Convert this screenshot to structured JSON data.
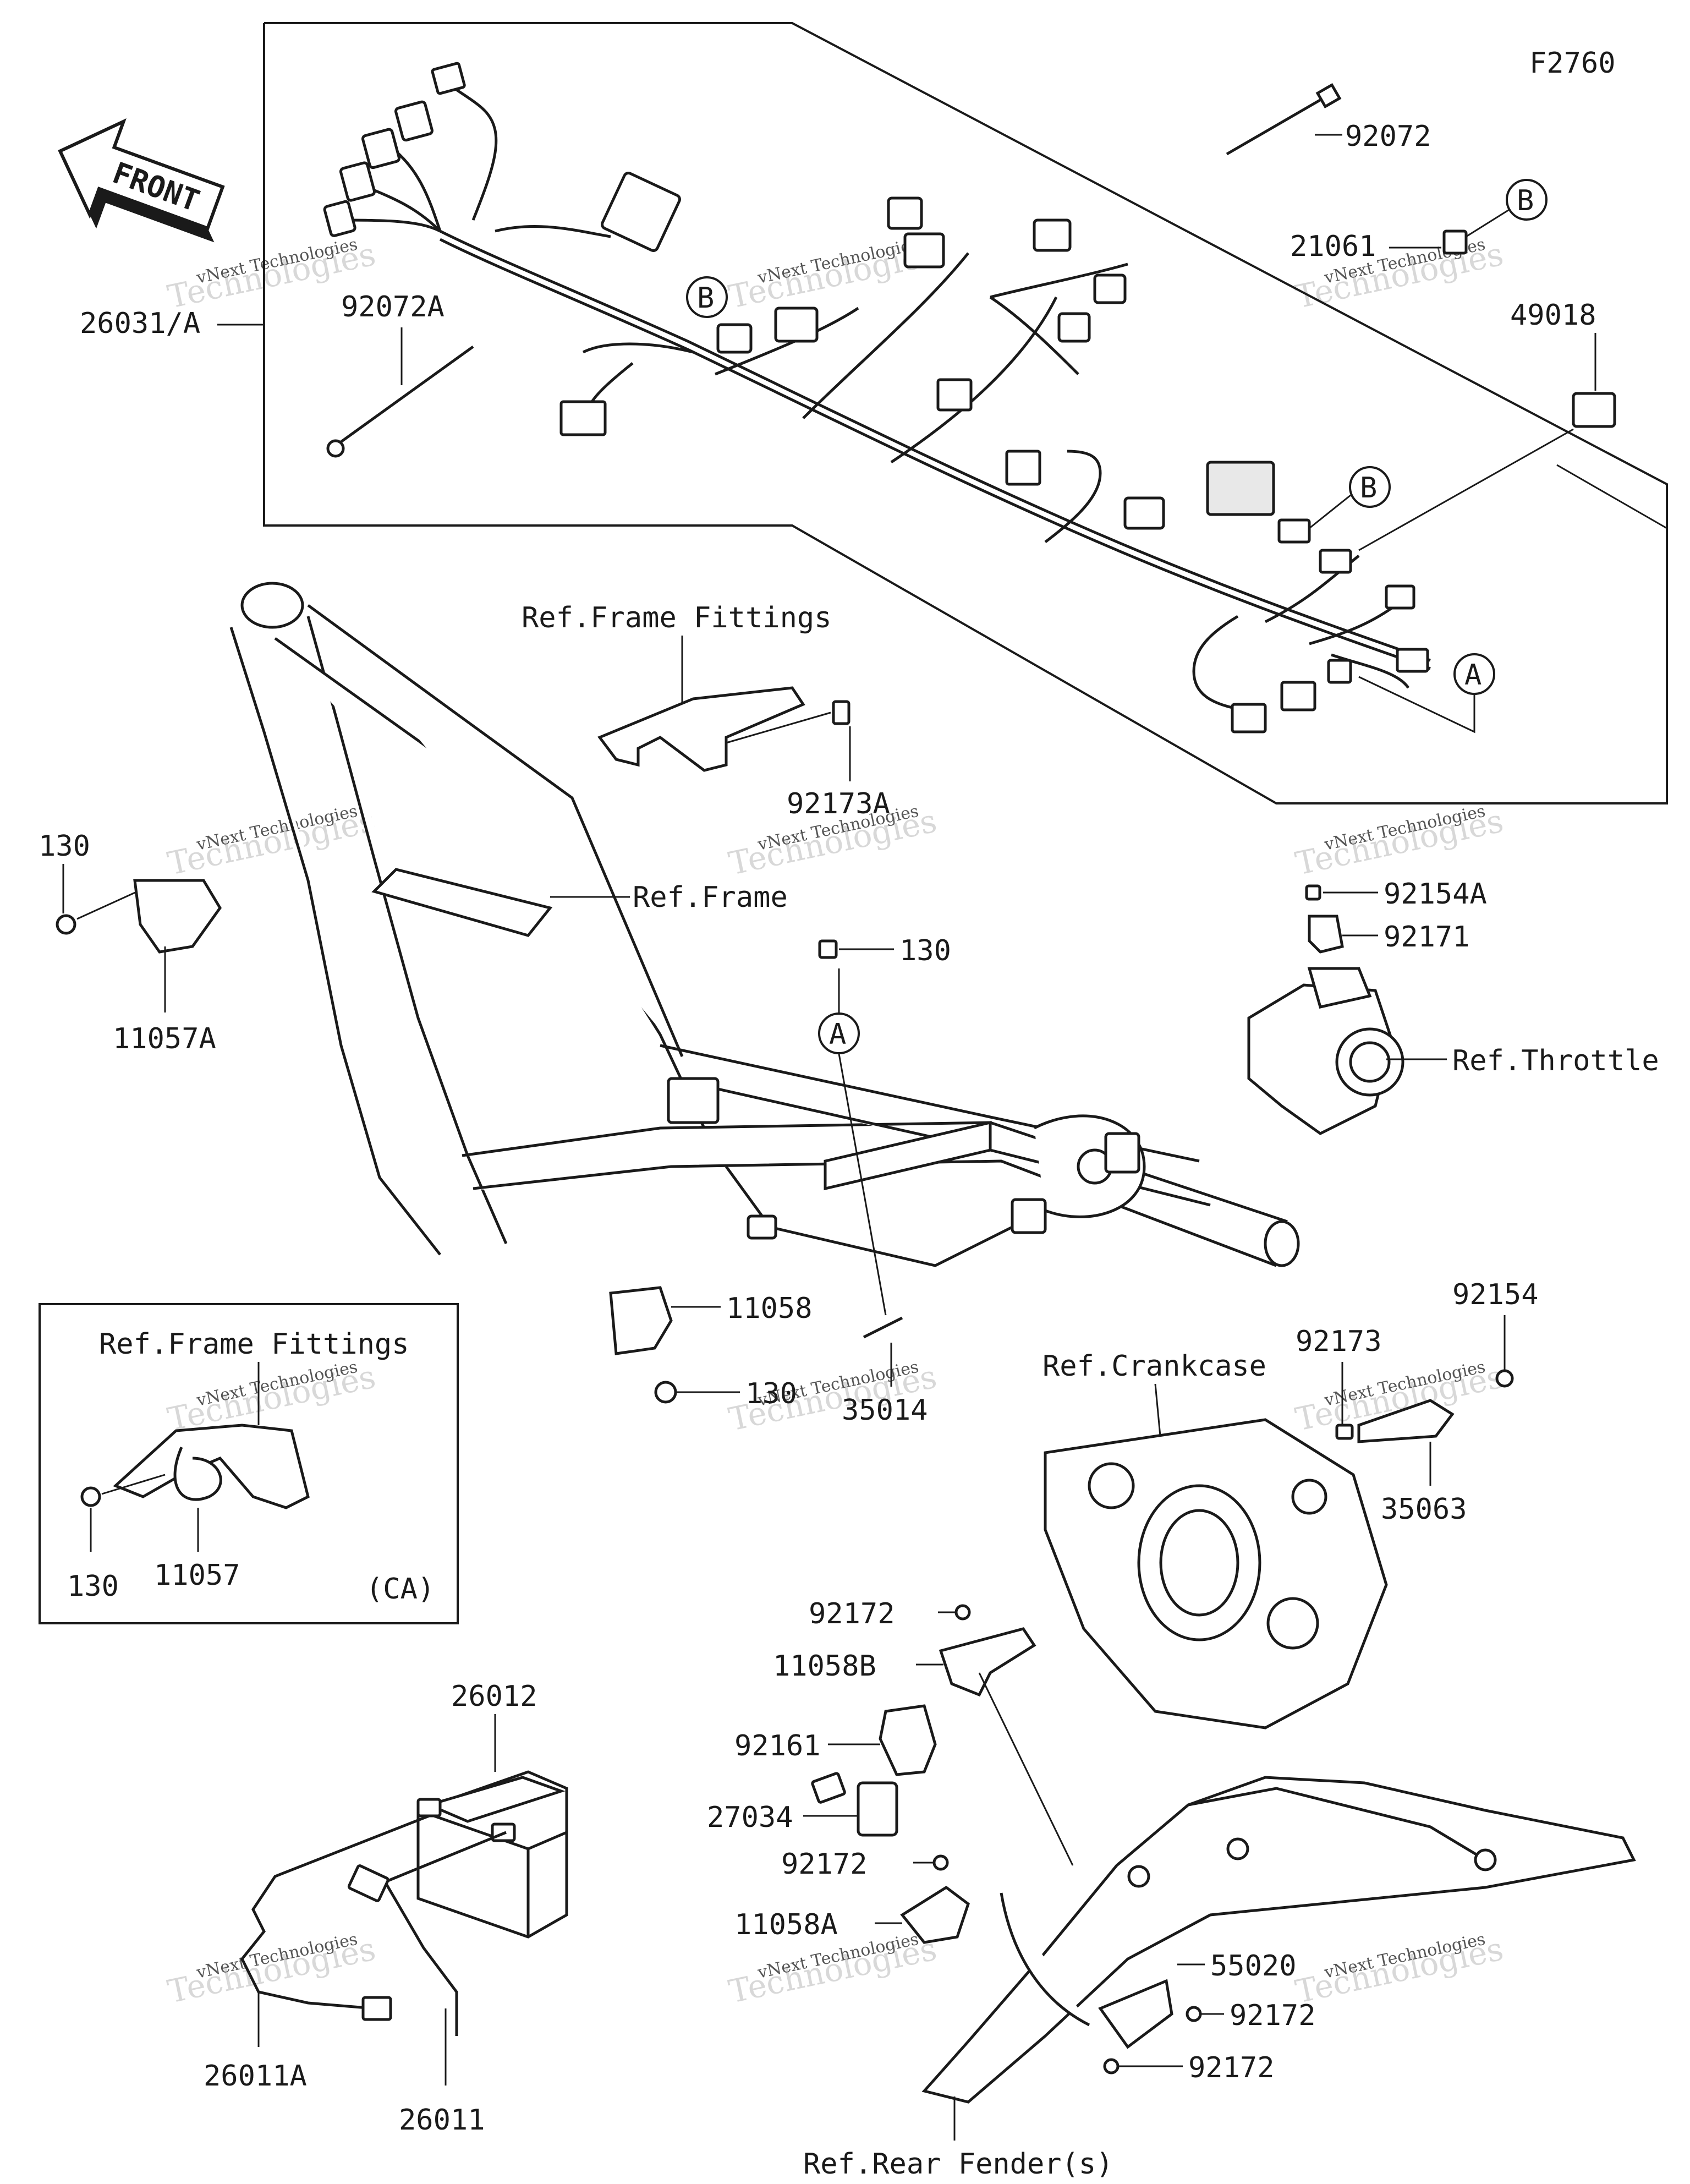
{
  "figure_code": "F2760",
  "front_arrow": "FRONT",
  "refs": {
    "frame_fittings_top": "Ref.Frame Fittings",
    "frame": "Ref.Frame",
    "throttle": "Ref.Throttle",
    "crankcase": "Ref.Crankcase",
    "frame_fittings_inset": "Ref.Frame Fittings",
    "rear_fender": "Ref.Rear Fender(s)"
  },
  "inset_tag": "(CA)",
  "callouts": {
    "a": "A",
    "b": "B"
  },
  "parts": {
    "p92072": "92072",
    "p21061": "21061",
    "p49018": "49018",
    "p26031A": "26031/A",
    "p92072A": "92072A",
    "p92173A": "92173A",
    "p130_left": "130",
    "p11057A": "11057A",
    "p92154A": "92154A",
    "p92171": "92171",
    "p130_mid": "130",
    "p11058": "11058",
    "p130_lower": "130",
    "p35014": "35014",
    "p92154": "92154",
    "p92173": "92173",
    "p35063": "35063",
    "p130_inset": "130",
    "p11057": "11057",
    "p92172_a": "92172",
    "p11058B": "11058B",
    "p92161": "92161",
    "p27034": "27034",
    "p92172_b": "92172",
    "p11058A": "11058A",
    "p55020": "55020",
    "p92172_c": "92172",
    "p92172_d": "92172",
    "p26012": "26012",
    "p26011A": "26011A",
    "p26011": "26011"
  },
  "watermark": {
    "line1": "vNext Technologies",
    "line2": "Technologies"
  }
}
